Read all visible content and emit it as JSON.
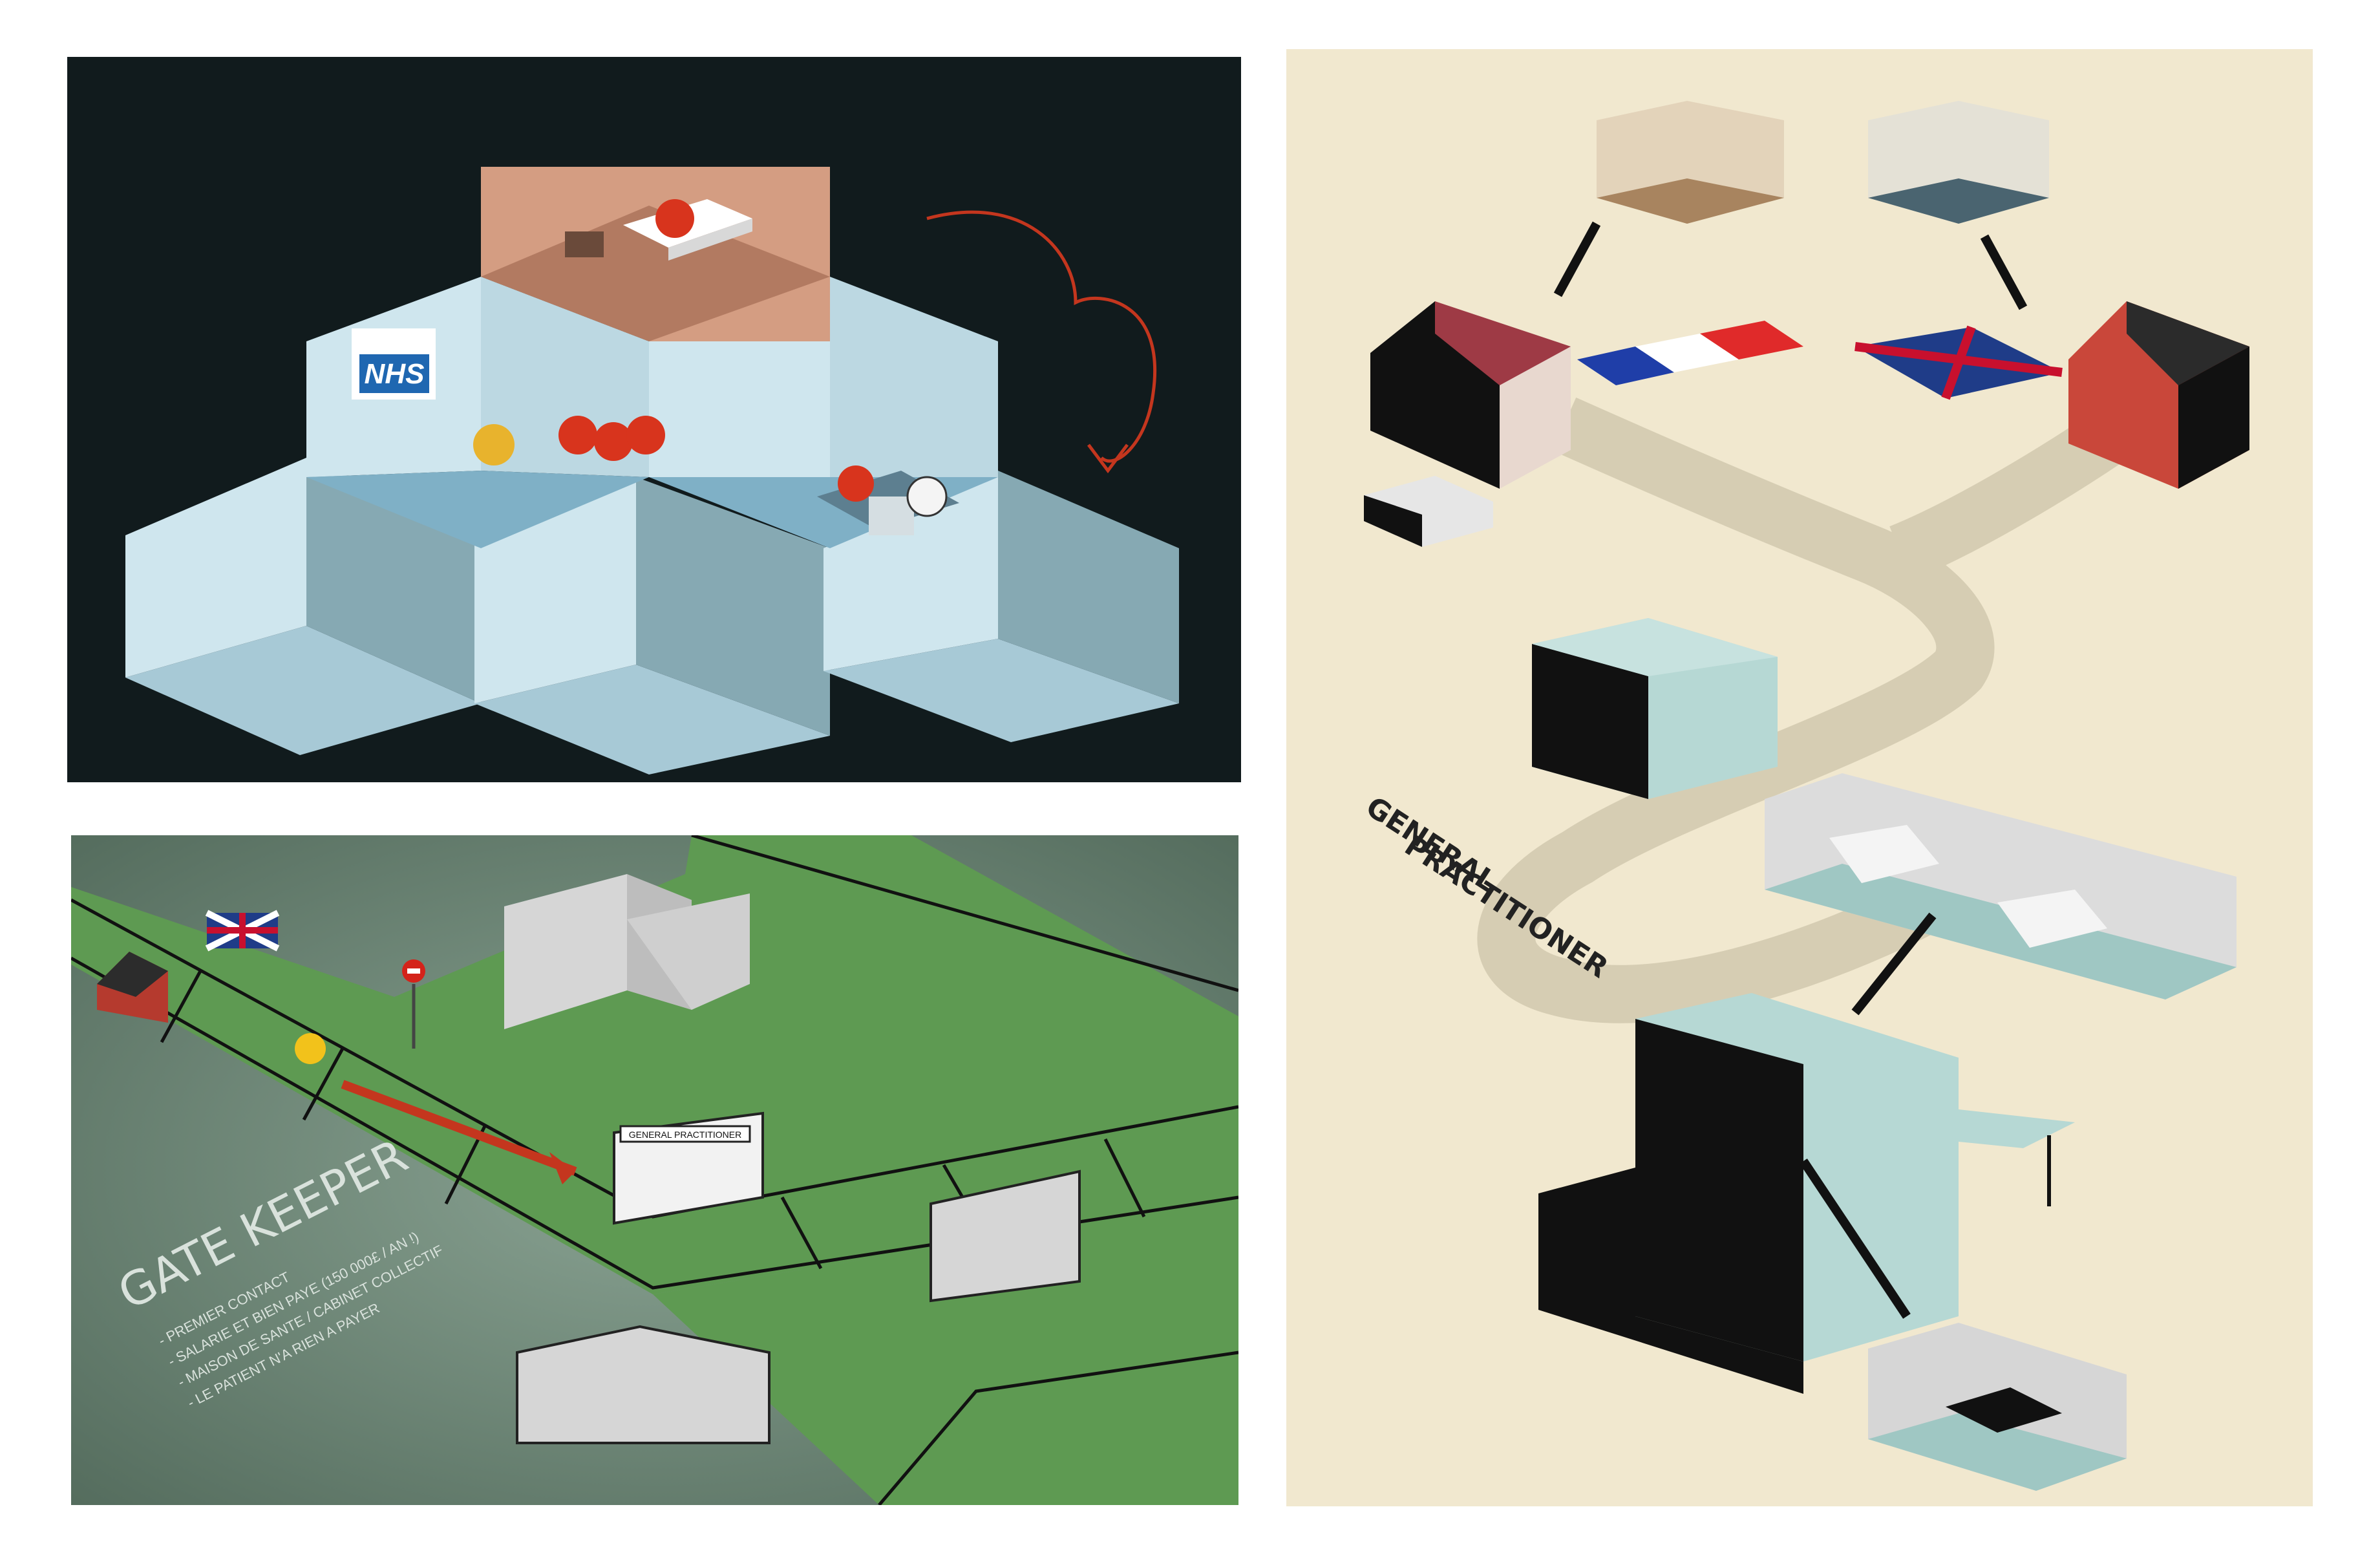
{
  "nhs_panel": {
    "logo_text": "NHS",
    "colors": {
      "background": "#111b1d",
      "box_light": "#cfe6ee",
      "box_mid": "#a7c9d6",
      "box_dark": "#86a9b3",
      "top_room": "#d49d82",
      "patient_red": "#d8341d",
      "arrow": "#c4361e"
    }
  },
  "gatekeeper_panel": {
    "title": "GATE KEEPER",
    "bullets": [
      "- PREMIER CONTACT",
      "- SALARIE ET BIEN PAYE (150 000£ / AN !)",
      "- MAISON DE SANTE / CABINET COLLECTIF",
      "- LE PATIENT N'A RIEN A PAYER"
    ],
    "building_sign": "GENERAL PRACTITIONER",
    "colors": {
      "background": "#6f8878",
      "tile": "#5e9a52",
      "line": "#111111",
      "arrow": "#c4361e",
      "coin": "#f2c21b"
    }
  },
  "gp_panel": {
    "label_line1": "GENERAL",
    "label_line2": "PRACTITIONER",
    "colors": {
      "background": "#f1e8cf",
      "road": "#d6cdb3",
      "building_teal": "#b6d8d4",
      "house_red": "#c9473a",
      "roof": "#2b2b2b"
    }
  }
}
